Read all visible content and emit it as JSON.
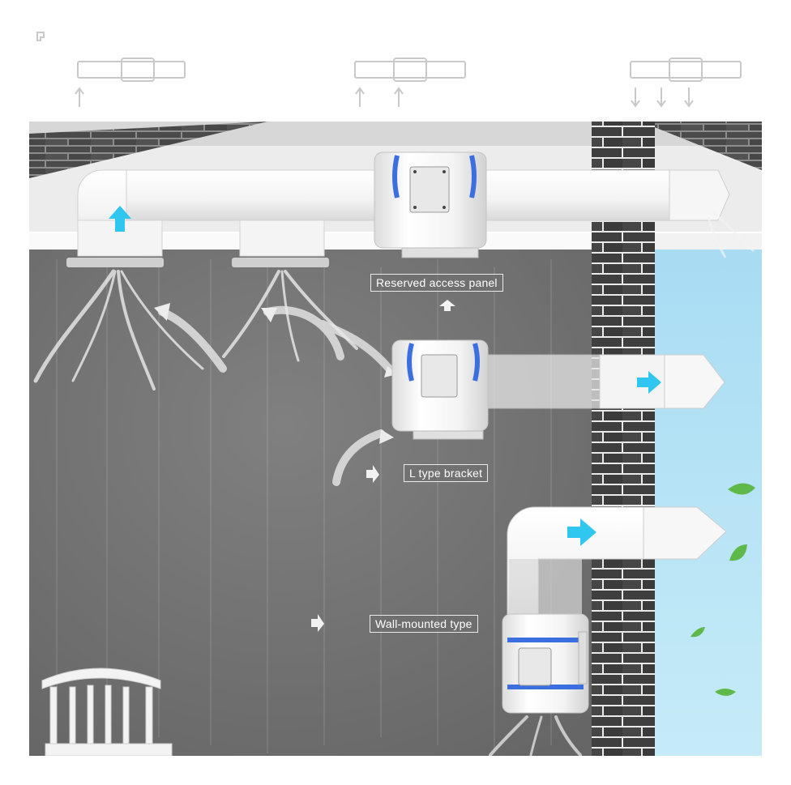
{
  "labels": {
    "access_panel": "Reserved access panel",
    "bracket": "L type bracket",
    "wall_mounted": "Wall-mounted type"
  },
  "colors": {
    "wall": "#747474",
    "ceiling": "#e3e3e3",
    "brick": "#3e3e3e",
    "sky": "#aee1f5",
    "flow_arrow": "#2fc6f0",
    "fan_band": "#3b6fe0",
    "duct": "#f6f6f6"
  },
  "icons": {
    "up_arrow": "arrow-up-icon",
    "right_arrow": "arrow-right-icon",
    "leaf": "leaf-icon"
  }
}
